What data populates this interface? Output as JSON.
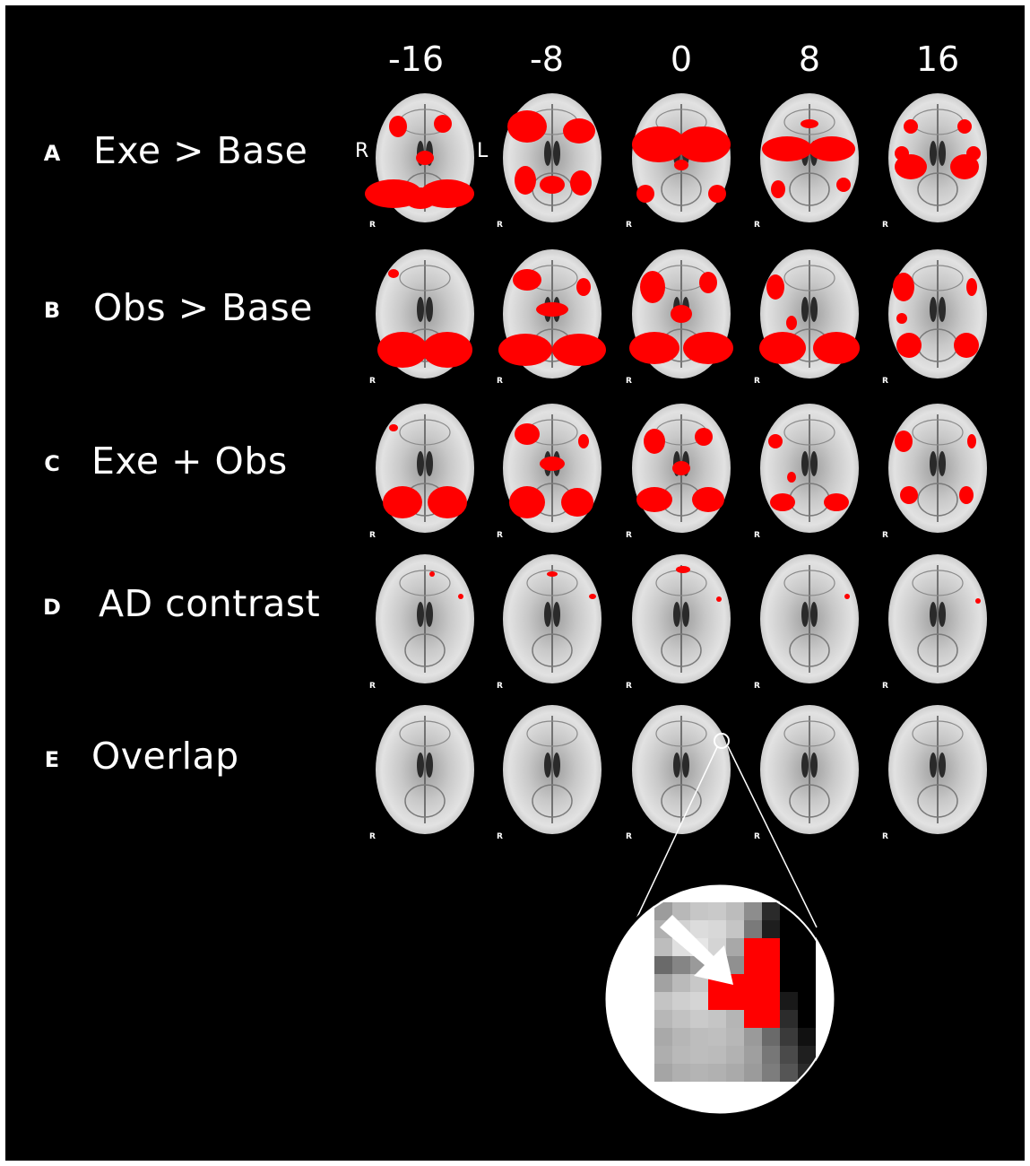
{
  "figure": {
    "slice_labels": [
      "-16",
      "-8",
      "0",
      "8",
      "16"
    ],
    "rows": [
      {
        "letter": "A",
        "label": "Exe > Base"
      },
      {
        "letter": "B",
        "label": "Obs > Base"
      },
      {
        "letter": "C",
        "label": "Exe + Obs"
      },
      {
        "letter": "D",
        "label": "AD contrast"
      },
      {
        "letter": "E",
        "label": "Overlap"
      }
    ],
    "orientation": {
      "right": "R",
      "left": "L"
    },
    "small_marker": "R",
    "activation_color": "#ff0000",
    "background_color": "#000000"
  }
}
